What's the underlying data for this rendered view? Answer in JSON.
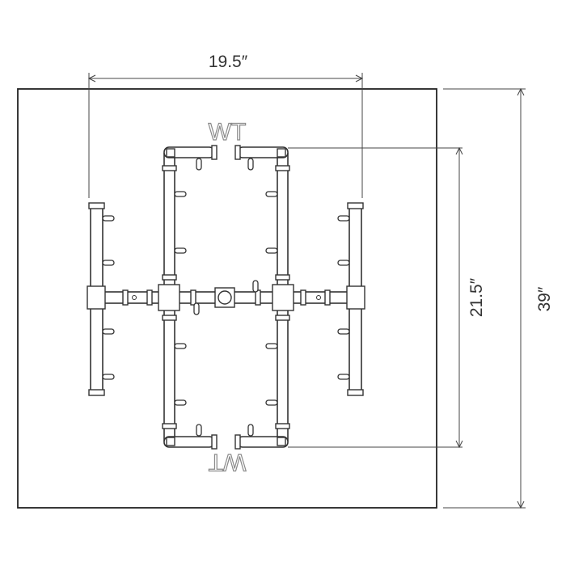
{
  "dimensions": {
    "width_label": "19.5″",
    "depth_label": "21.5″",
    "overall_label": "39″"
  },
  "labels": {
    "top_mark": "WT",
    "bottom_mark": "WT"
  },
  "colors": {
    "line": "#333333",
    "mark_outline": "#8a8a8a",
    "background": "#ffffff"
  }
}
